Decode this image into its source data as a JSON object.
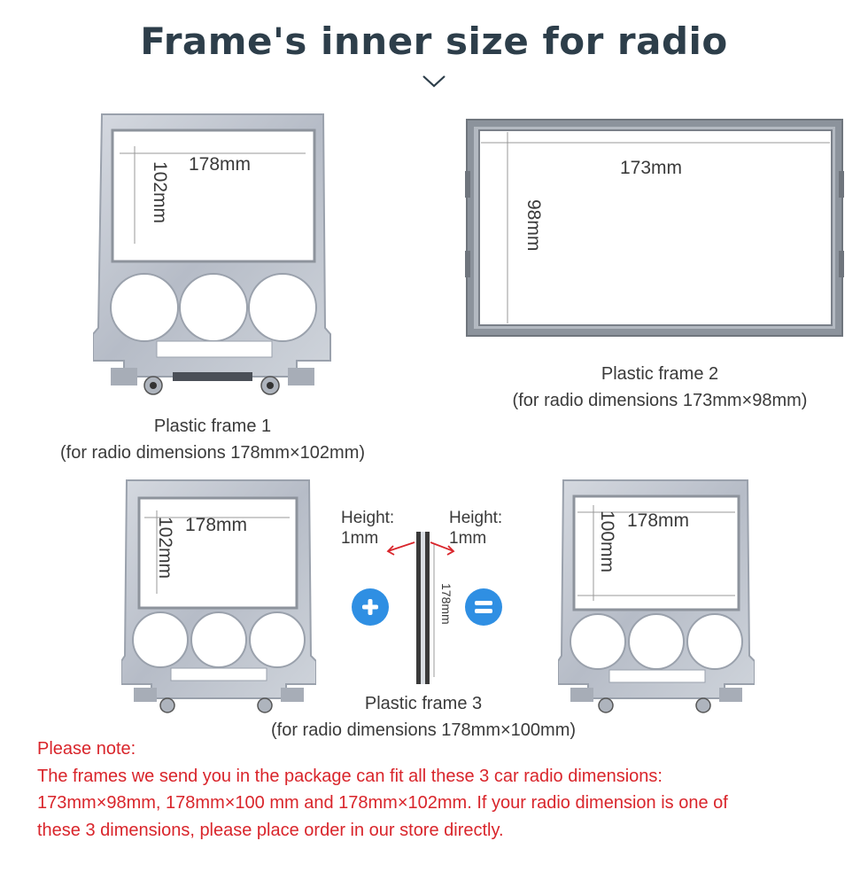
{
  "title": "Frame's inner size for radio",
  "frame1": {
    "width_label": "178mm",
    "height_label": "102mm",
    "name": "Plastic frame 1",
    "dims": "(for radio dimensions 178mm×102mm)"
  },
  "frame2": {
    "width_label": "173mm",
    "height_label": "98mm",
    "name": "Plastic frame 2",
    "dims": "(for radio dimensions 173mm×98mm)"
  },
  "frame3": {
    "left_width_label": "178mm",
    "left_height_label": "102mm",
    "spacer_height_left": "Height:",
    "spacer_height_left_value": "1mm",
    "spacer_height_right": "Height:",
    "spacer_height_right_value": "1mm",
    "spacer_length": "178mm",
    "right_width_label": "178mm",
    "right_height_label": "100mm",
    "name": "Plastic frame 3",
    "dims": "(for radio dimensions 178mm×100mm)"
  },
  "note": {
    "heading": "Please note:",
    "line1": "The frames we send you in the package can fit all these 3 car radio dimensions:",
    "line2": "173mm×98mm,  178mm×100 mm and  178mm×102mm. If your radio dimension is one of",
    "line3": "these 3 dimensions, please place order in our store directly."
  },
  "icons": {
    "plus": "plus-icon",
    "equals": "equals-icon",
    "chevron": "chevron-down-icon"
  },
  "colors": {
    "title": "#2d3e4a",
    "note": "#d9252b",
    "badge": "#2f8fe3",
    "arrow": "#d9252b"
  }
}
